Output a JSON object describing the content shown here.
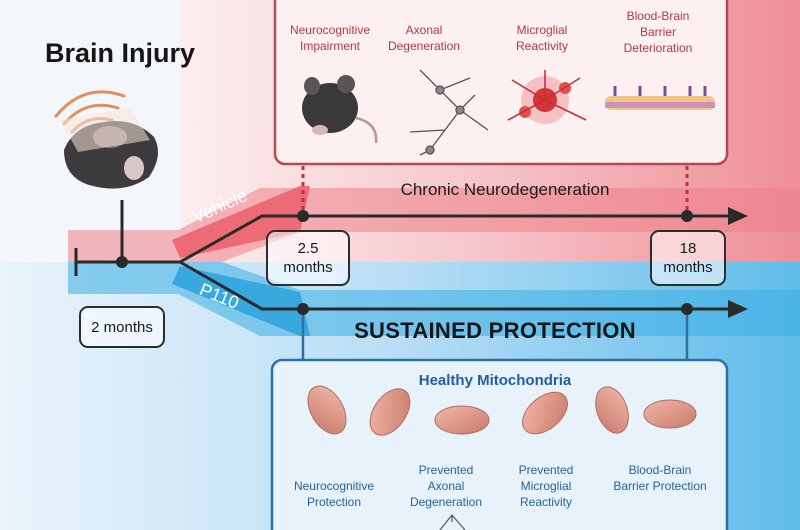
{
  "title": "Brain Injury",
  "timepoints": {
    "start": "2 months",
    "mid": "2.5 months",
    "end": "18 months"
  },
  "branches": {
    "vehicle": "Vehicle",
    "p110": "P110"
  },
  "vehicle_panel": {
    "outcome": "Chronic Neurodegeneration",
    "items": [
      "Neurocognitive Impairment",
      "Axonal Degeneration",
      "Microglial Reactivity",
      "Blood-Brain Barrier Deterioration"
    ]
  },
  "p110_panel": {
    "outcome": "SUSTAINED PROTECTION",
    "subtitle": "Healthy Mitochondria",
    "items": [
      "Neurocognitive Protection",
      "Prevented Axonal Degeneration",
      "Prevented Microglial Reactivity",
      "Blood-Brain Barrier Protection"
    ]
  },
  "colors": {
    "vehicle": "#e8727b",
    "p110": "#3aaee3",
    "vehicle_text": "#b23a44",
    "p110_text": "#2363a3"
  }
}
